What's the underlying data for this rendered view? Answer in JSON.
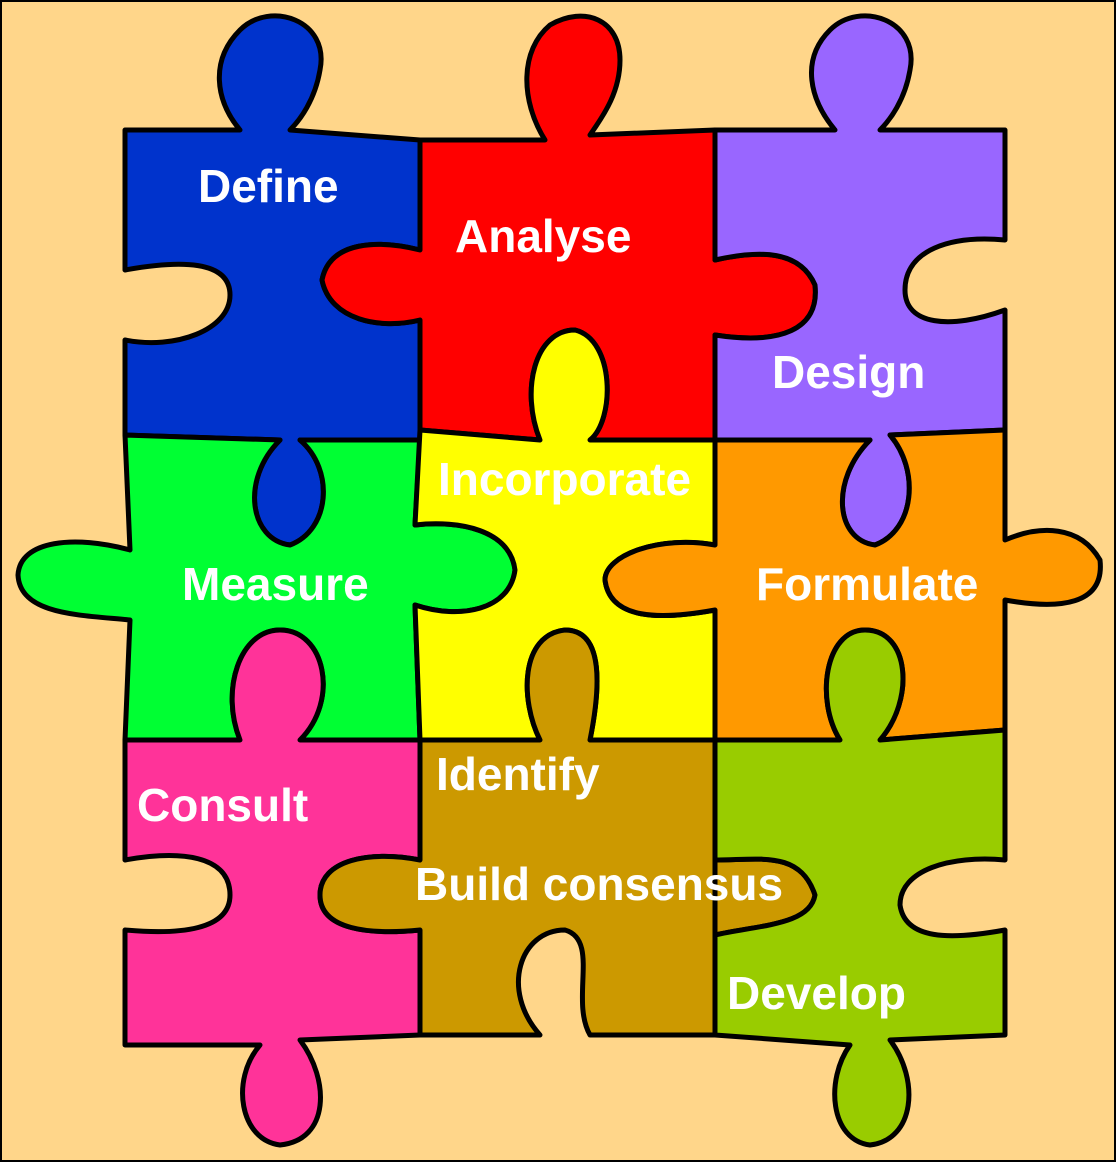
{
  "background_color": "#FFD68A",
  "pieces": [
    {
      "name": "define",
      "label": "Define",
      "color": "#0033CC"
    },
    {
      "name": "analyse",
      "label": "Analyse",
      "color": "#FF0000"
    },
    {
      "name": "design",
      "label": "Design",
      "color": "#9966FF"
    },
    {
      "name": "measure",
      "label": "Measure",
      "color": "#00FF33"
    },
    {
      "name": "incorporate",
      "label": "Incorporate",
      "color": "#FFFF00"
    },
    {
      "name": "formulate",
      "label": "Formulate",
      "color": "#FF9900"
    },
    {
      "name": "consult",
      "label": "Consult",
      "color": "#FF3399"
    },
    {
      "name": "identify",
      "label": "Identify",
      "color": "#CC9900"
    },
    {
      "name": "develop",
      "label": "Develop",
      "color": "#99CC00"
    }
  ],
  "extra_labels": [
    {
      "name": "build-consensus",
      "label": "Build consensus"
    }
  ]
}
